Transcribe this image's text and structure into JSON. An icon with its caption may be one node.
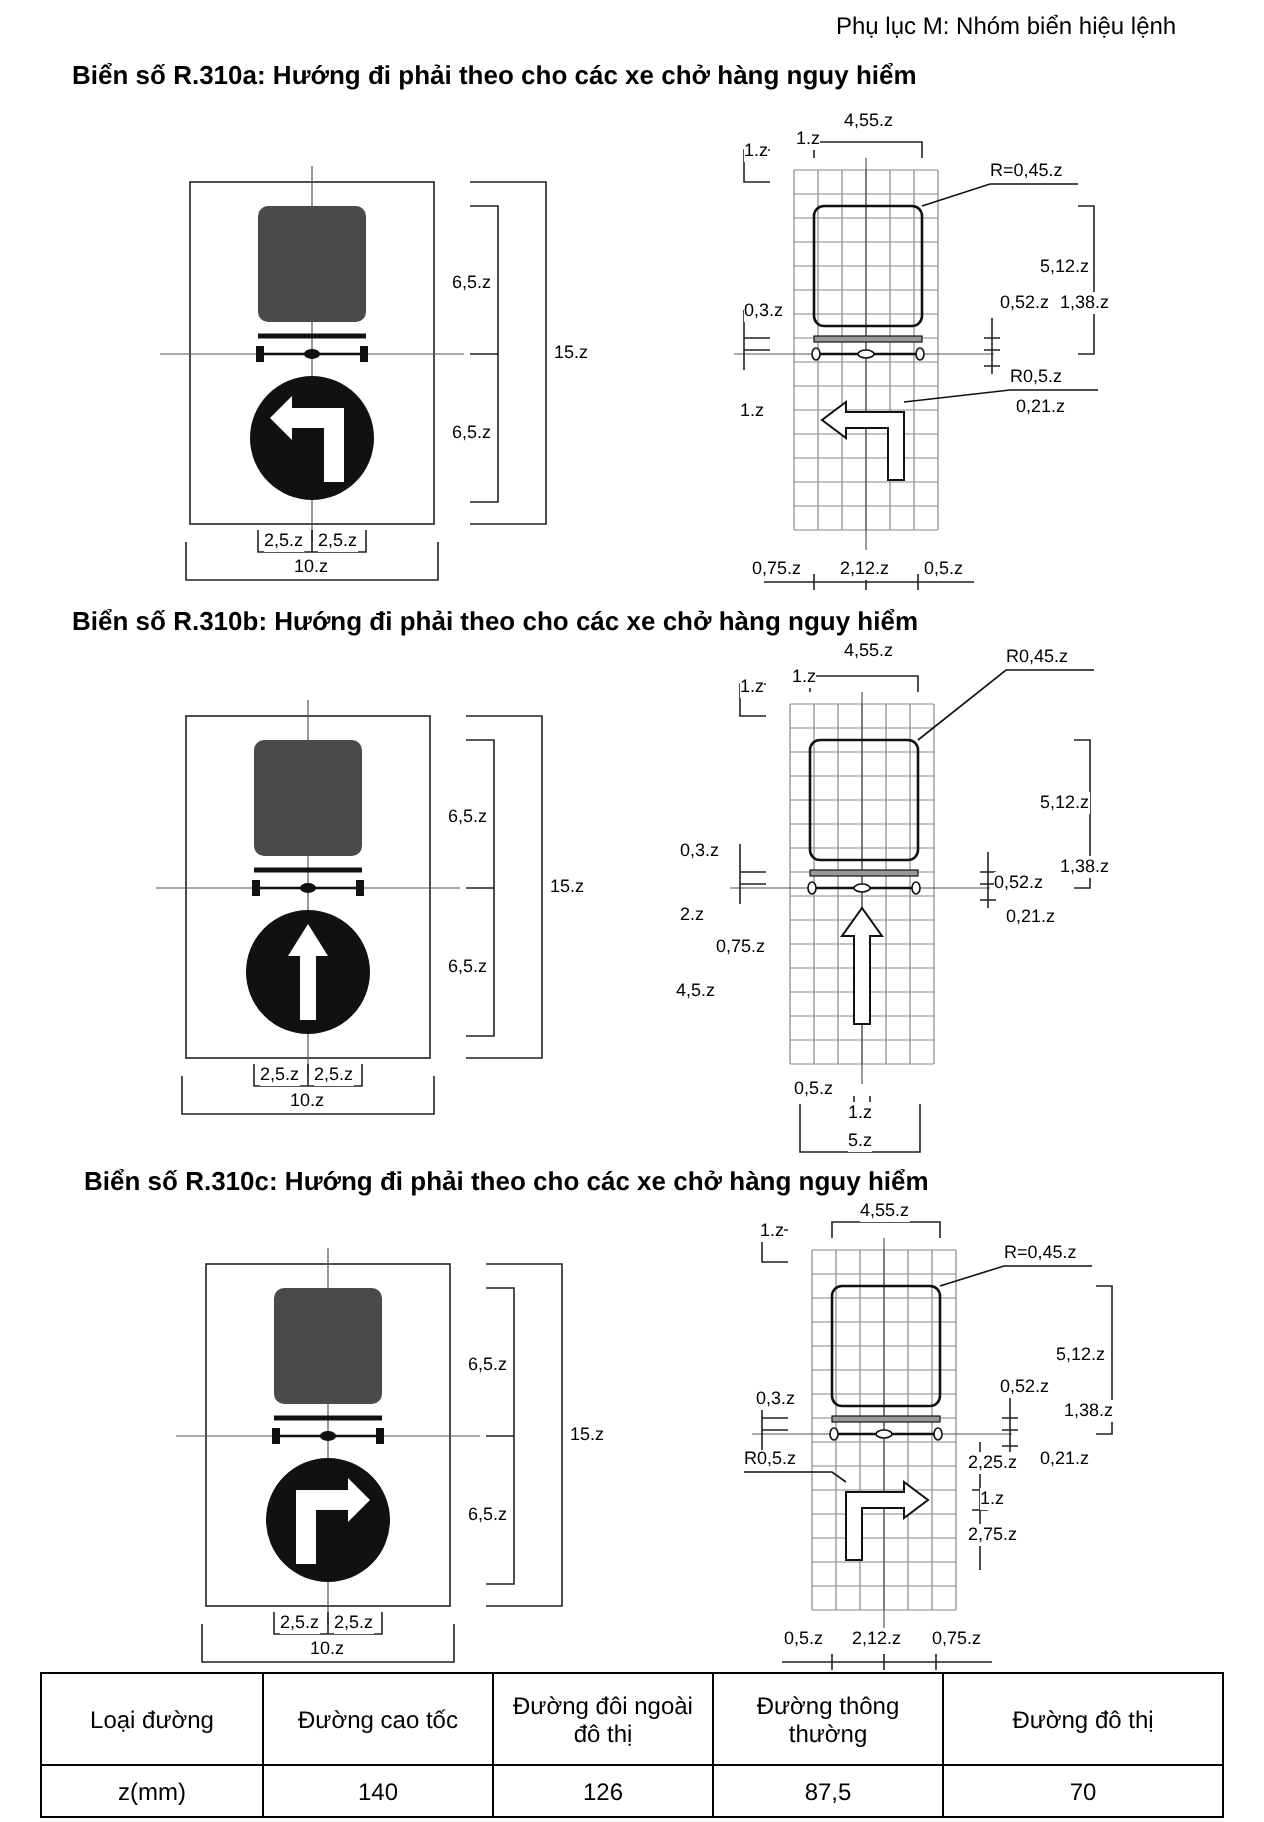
{
  "diagram": {
    "nodes": [
      {
        "text": [
          "R=0,45.z"
        ]
      },
      {
        "text": [
          "R0,5.z"
        ]
      },
      {
        "text": [
          "R0,45.z"
        ]
      },
      {
        "text": [
          "R=0,45.z"
        ]
      },
      {
        "text": [
          "R0,5.z"
        ]
      },
      {
        "text": [],
        "shape": "box"
      },
      {
        "text": [],
        "shape": "arrow"
      },
      {
        "text": [],
        "shape": "box"
      },
      {
        "text": [],
        "shape": "arrow"
      },
      {
        "text": [],
        "shape": "box"
      },
      {
        "text": [],
        "shape": "arrow"
      }
    ],
    "edges": [
      {
        "from": 0,
        "to": 5,
        "arrow": "none"
      },
      {
        "from": 1,
        "to": 6,
        "arrow": "none"
      },
      {
        "from": 2,
        "to": 7,
        "arrow": "none"
      },
      {
        "from": 3,
        "to": 9,
        "arrow": "none"
      },
      {
        "from": 4,
        "to": 10,
        "arrow": "none"
      }
    ],
    "labels": [
      "Phụ lục M: Nhóm biển hiệu lệnh",
      "Biển số R.310a: Hướng đi phải theo cho các xe chở hàng nguy hiểm",
      "6,5.z",
      "15.z",
      "6,5.z",
      "2,5.z",
      "2,5.z",
      "10.z",
      "4,55.z",
      "1.z",
      "1.z",
      "5,12.z",
      "0,3.z",
      "0,52.z",
      "1,38.z",
      "1.z",
      "0,21.z",
      "0,75.z",
      "2,12.z",
      "0,5.z",
      "Biển số R.310b: Hướng đi phải theo cho các xe chở hàng nguy hiểm",
      "6,5.z",
      "15.z",
      "6,5.z",
      "2,5.z",
      "2,5.z",
      "10.z",
      "4,55.z",
      "1.z",
      "1.z",
      "5,12.z",
      "0,3.z",
      "1,38.z",
      "2.z",
      "0,75.z",
      "0,52.z",
      "0,21.z",
      "4,5.z",
      "0,5.z",
      "1.z",
      "5.z",
      "Biển số R.310c: Hướng đi phải theo cho các xe chở hàng nguy hiểm",
      "6,5.z",
      "15.z",
      "6,5.z",
      "2,5.z",
      "2,5.z",
      "10.z",
      "4,55.z",
      "1.z",
      "5,12.z",
      "0,3.z",
      "0,52.z",
      "1,38.z",
      "2,25.z",
      "0,21.z",
      "1.z",
      "2,75.z",
      "0,5.z",
      "2,12.z",
      "0,75.z",
      "Loại đường",
      "Đường cao tốc",
      "Đường đôi ngoài đô thị",
      "Đường thông thường",
      "Đường đô thị",
      "z(mm)",
      "140",
      "126",
      "87,5",
      "70"
    ]
  }
}
